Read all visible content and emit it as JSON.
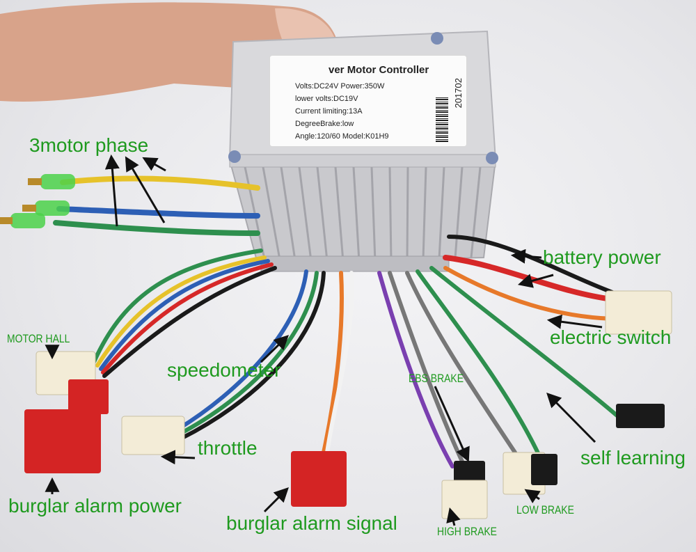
{
  "sticker": {
    "title": "ver Motor Controller",
    "lines": [
      "Volts:DC24V    Power:350W",
      "lower volts:DC19V",
      "Current limiting:13A",
      "DegreeBrake:low",
      "Angle:120/60  Model:K01H9"
    ],
    "code": "201702"
  },
  "labels": {
    "motor_phase": "3motor phase",
    "battery_power": "battery power",
    "motor_hall": "MOTOR HALL",
    "electric_switch": "electric switch",
    "speedometer": "speedometer",
    "ebs_brake": "EBS BRAKE",
    "throttle": "throttle",
    "self_learning": "self learning",
    "burglar_alarm_power": "burglar alarm power",
    "low_brake": "LOW BRAKE",
    "burglar_alarm_signal": "burglar alarm signal",
    "high_brake": "HIGH BRAKE"
  },
  "colors": {
    "label_green": "#1f9a1f",
    "arrow": "#111111",
    "wire_yellow": "#e6c22a",
    "wire_blue": "#2d5fb5",
    "wire_green": "#2e8f4e",
    "wire_red": "#d62828",
    "wire_black": "#1a1a1a",
    "wire_orange": "#e7792a",
    "wire_purple": "#7a3fb0",
    "wire_gray": "#777777",
    "wire_white": "#f2f2f2",
    "connector_red": "#d42424",
    "connector_white": "#f3ecd7"
  }
}
